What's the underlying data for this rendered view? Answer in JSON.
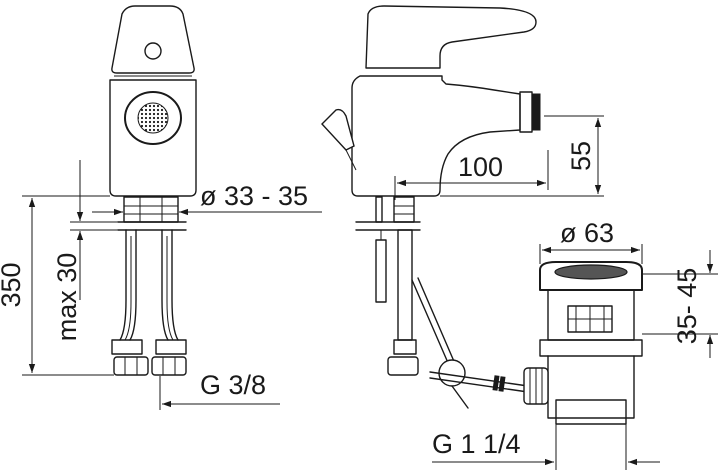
{
  "labels": {
    "height_350": "350",
    "max_30": "max 30",
    "diameter_33_35": "ø 33 - 35",
    "thread_g38": "G 3/8",
    "reach_100": "100",
    "height_55": "55",
    "diameter_63": "ø 63",
    "range_35_45": "35- 45",
    "thread_g114": "G 1 1/4"
  }
}
